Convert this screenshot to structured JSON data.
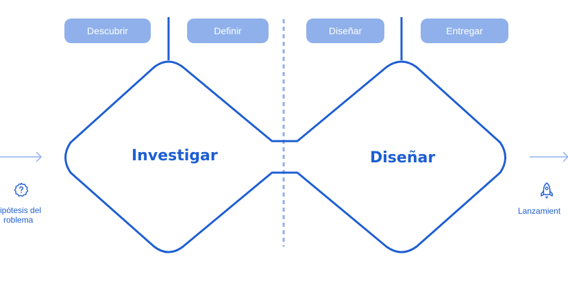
{
  "phases": [
    {
      "label": "Descubrir"
    },
    {
      "label": "Definir"
    },
    {
      "label": "Diseñar"
    },
    {
      "label": "Entregar"
    }
  ],
  "diamonds": {
    "left_title": "Investigar",
    "right_title": "Diseñar"
  },
  "start": {
    "line1": "ipótesis del",
    "line2": "roblema",
    "icon": "question-badge-icon"
  },
  "end": {
    "label": "Lanzamient",
    "icon": "rocket-icon"
  },
  "colors": {
    "stroke": "#1e5ed3",
    "pill_bg": "#8fb0ea",
    "arrow": "#8fb0ea",
    "divider": "#8fb0ea"
  }
}
